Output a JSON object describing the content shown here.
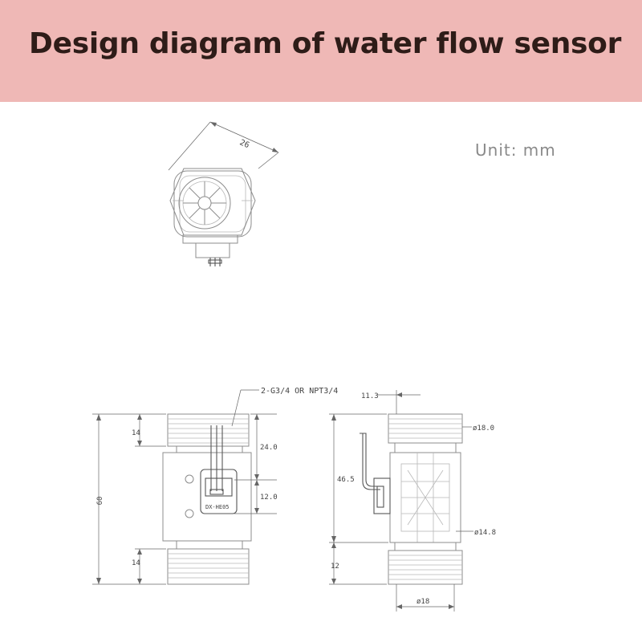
{
  "header": {
    "title": "Design diagram of water flow sensor",
    "background": "#efb8b6"
  },
  "unit_label": "Unit:  mm",
  "top_view": {
    "width_label": "26"
  },
  "front_view": {
    "thread_label": "2-G3/4 OR NPT3/4",
    "total_height_label": "60",
    "top_thread_label": "14",
    "bottom_thread_label": "14",
    "upper_offset_label": "24.0",
    "sensor_height_label": "12.0",
    "chip_label": "DX-HE05"
  },
  "side_view": {
    "top_offset_label": "11.3",
    "height_label": "46.5",
    "bottom_label": "12",
    "outer_diameter_label": "ø18.0",
    "inner_diameter_label": "ø14.8",
    "bottom_diameter_label": "ø18"
  }
}
